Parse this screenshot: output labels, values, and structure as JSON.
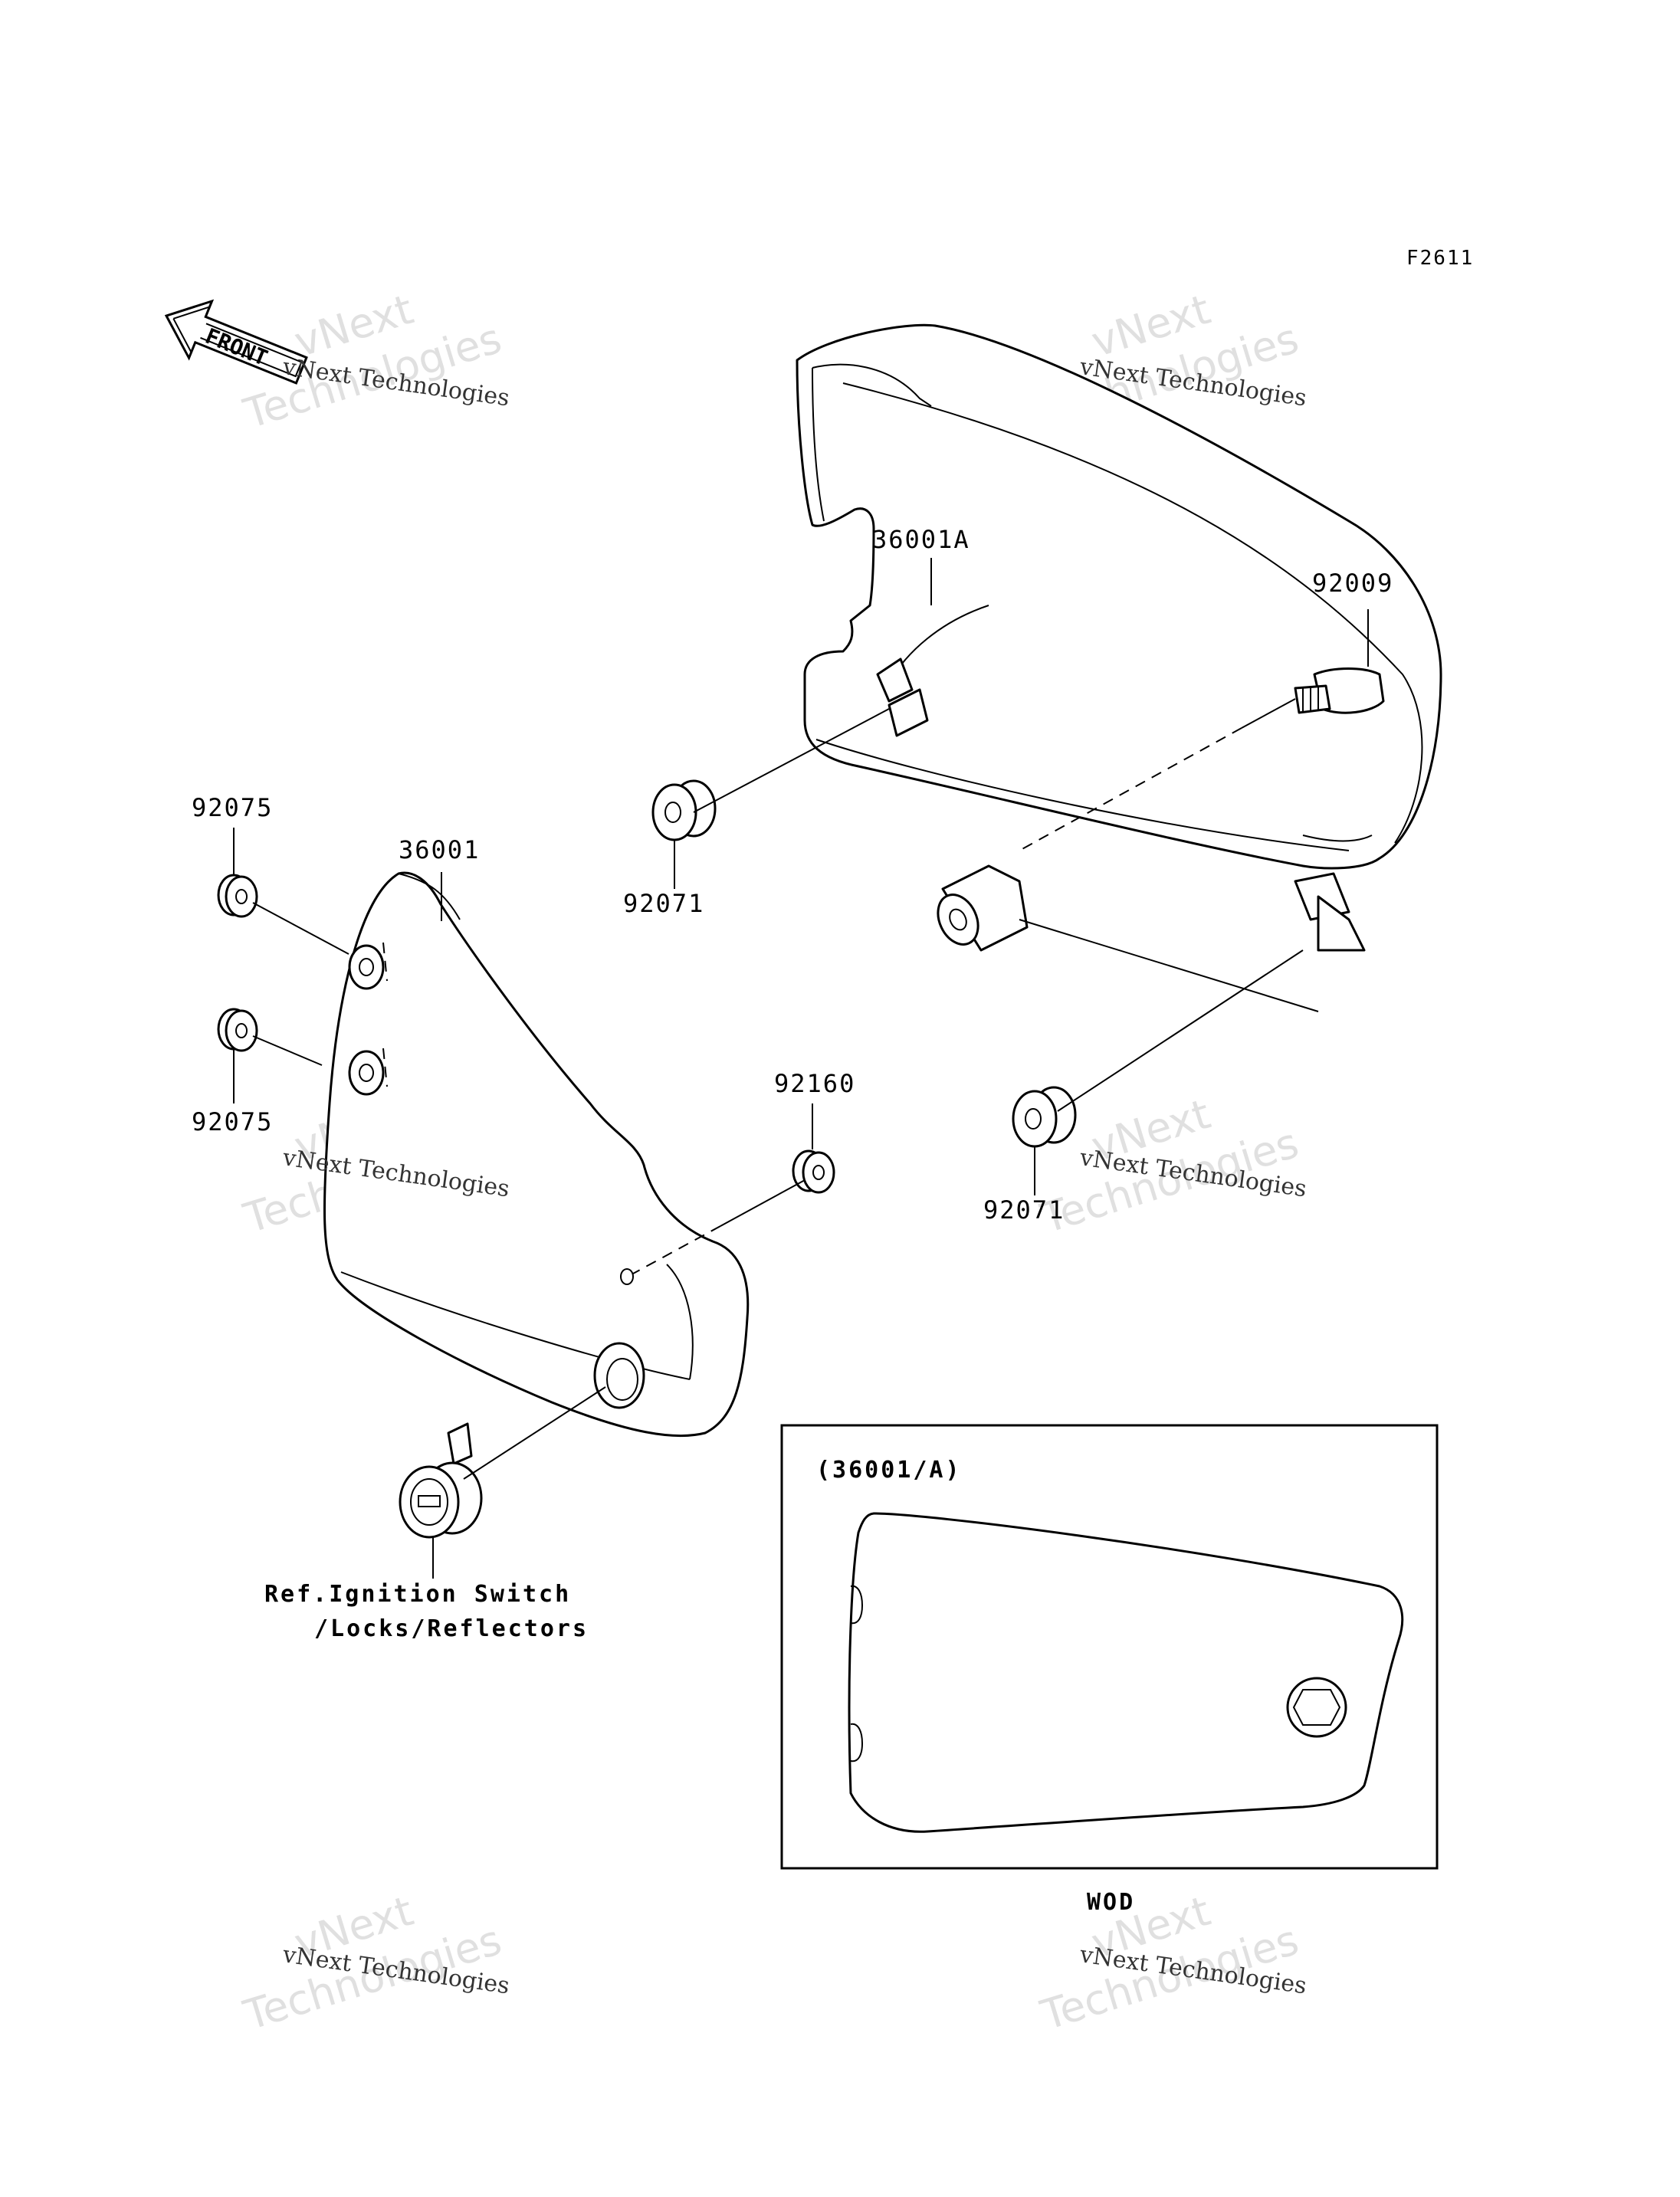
{
  "diagram_code": "F2611",
  "front_arrow_text": "FRONT",
  "watermark": {
    "small_text": "vNext Technologies",
    "big_line1": "vNext",
    "big_line2": "Technologies"
  },
  "callouts": {
    "cover_right": "36001A",
    "bolt": "92009",
    "grommet_upper": "92071",
    "grommet_lower": "92071",
    "cover_left": "36001",
    "damper_top": "92075",
    "damper_bottom": "92075",
    "grommet_small": "92160"
  },
  "reference_note": {
    "line1": "Ref.Ignition Switch",
    "line2": "/Locks/Reflectors"
  },
  "inset": {
    "label": "(36001/A)",
    "caption": "WOD"
  }
}
